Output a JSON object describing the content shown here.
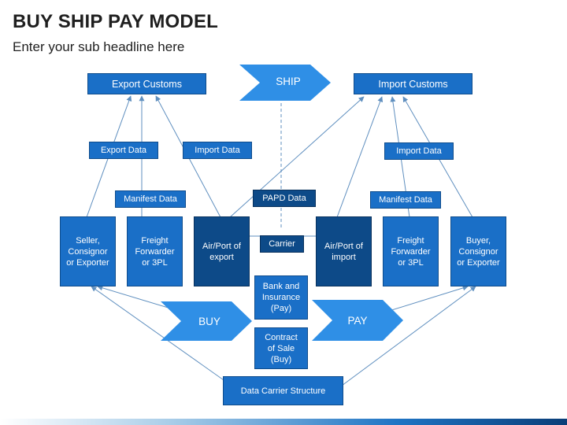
{
  "title": "BUY SHIP PAY MODEL",
  "subtitle": "Enter your sub headline here",
  "chevrons": {
    "ship": "SHIP",
    "buy": "BUY",
    "pay": "PAY"
  },
  "customs": {
    "export": "Export Customs",
    "import": "Import Customs"
  },
  "data_labels": {
    "export_data": "Export Data",
    "import_data_left": "Import Data",
    "import_data_right": "Import Data",
    "manifest_left": "Manifest Data",
    "manifest_right": "Manifest Data",
    "papd": "PAPD Data",
    "carrier": "Carrier"
  },
  "parties": {
    "seller": "Seller, Consignor or Exporter",
    "ff_left": "Freight Forwarder or 3PL",
    "air_export": "Air/Port of export",
    "air_import": "Air/Port of import",
    "ff_right": "Freight Forwarder or 3PL",
    "buyer": "Buyer, Consignor or Exporter"
  },
  "center": {
    "bank": "Bank and Insurance (Pay)",
    "contract": "Contract of Sale (Buy)",
    "data_carrier": "Data Carrier Structure"
  },
  "colors": {
    "mid_blue": "#1a6fc7",
    "dark_blue": "#0d4a88",
    "chevron": "#2f8fe6",
    "line": "#5f8fbf"
  }
}
